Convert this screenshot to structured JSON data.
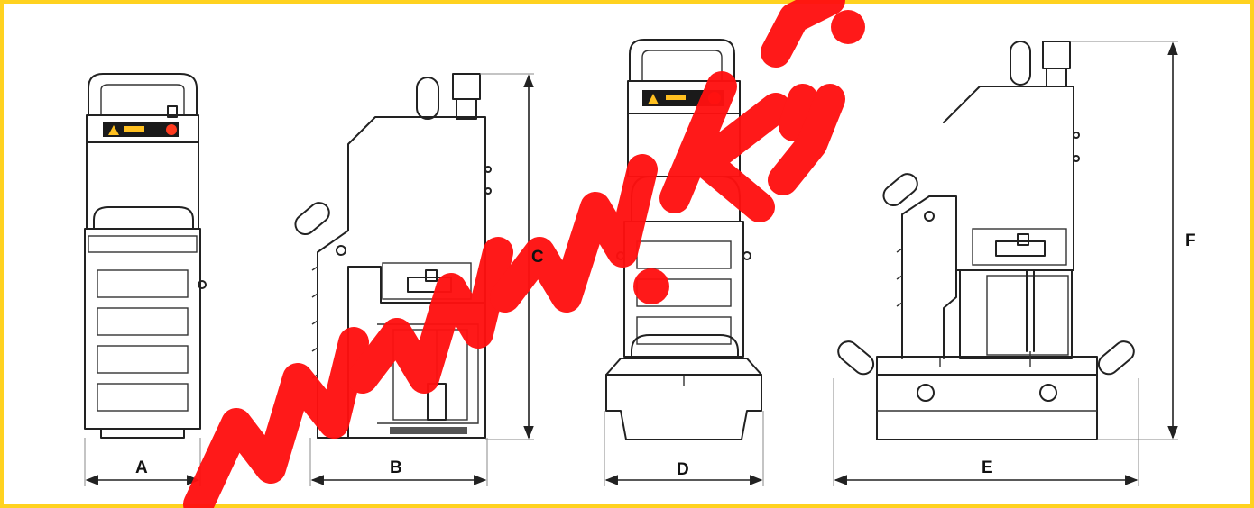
{
  "dimension_labels": {
    "a": "A",
    "b": "B",
    "c": "C",
    "d": "D",
    "e": "E",
    "f": "F"
  },
  "colors": {
    "frame_border": "#ffd21f",
    "watermark": "#ff1010",
    "line": "#222222",
    "warning_light": "#ff3b1f",
    "warning_label": "#ffc020"
  }
}
